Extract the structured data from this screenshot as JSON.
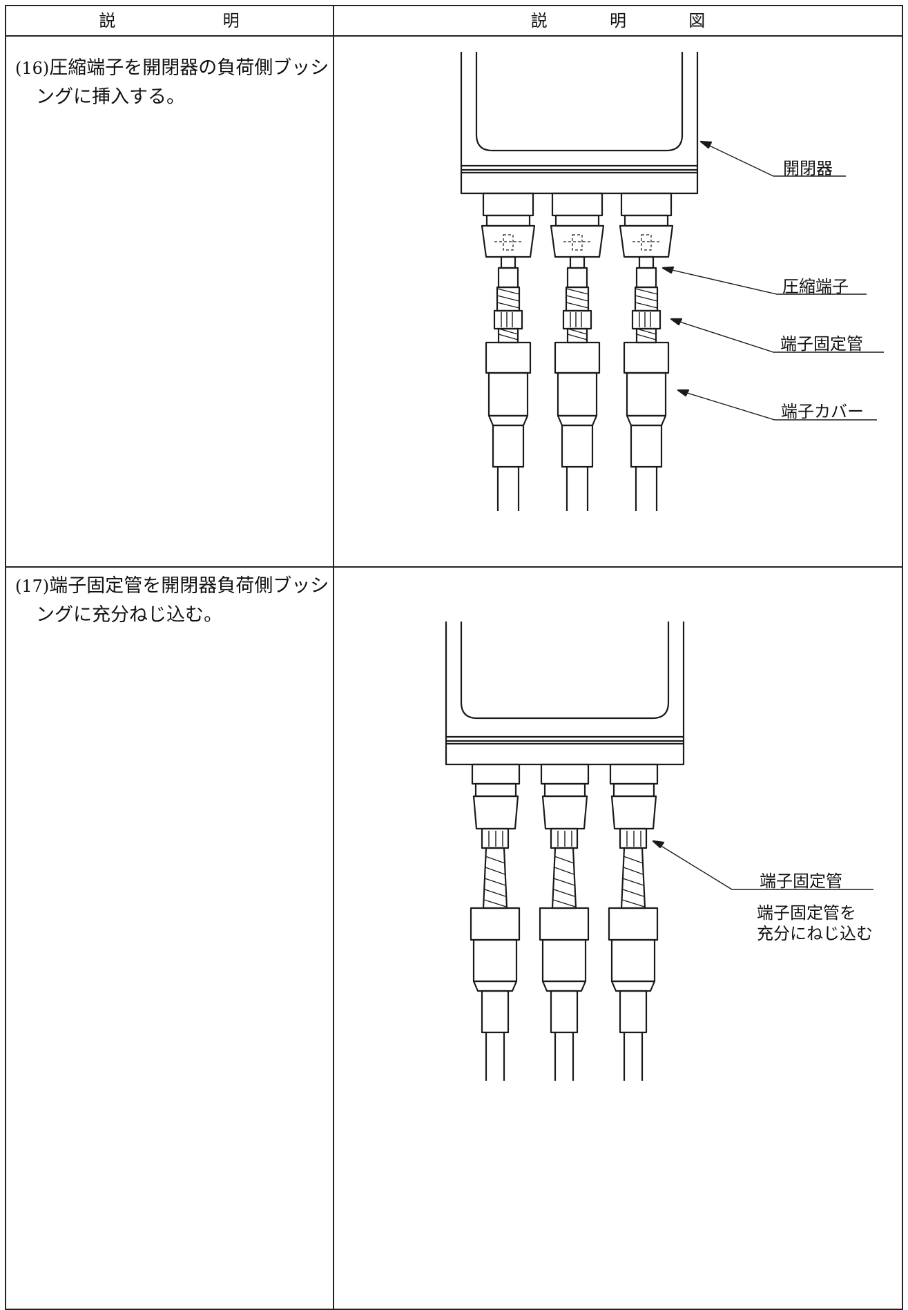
{
  "header": {
    "left_chars": [
      "説",
      "明"
    ],
    "right_chars": [
      "説",
      "明",
      "図"
    ]
  },
  "steps": [
    {
      "number": "(16)",
      "line1": "圧縮端子を開閉器の負荷側ブッシ",
      "line2": "ングに挿入する。",
      "callouts": [
        "開閉器",
        "圧縮端子",
        "端子固定管",
        "端子カバー"
      ]
    },
    {
      "number": "(17)",
      "line1": "端子固定管を開閉器負荷側ブッシ",
      "line2": "ングに充分ねじ込む。",
      "callouts": [
        "端子固定管"
      ],
      "note_line1": "端子固定管を",
      "note_line2": "充分にねじ込む"
    }
  ]
}
